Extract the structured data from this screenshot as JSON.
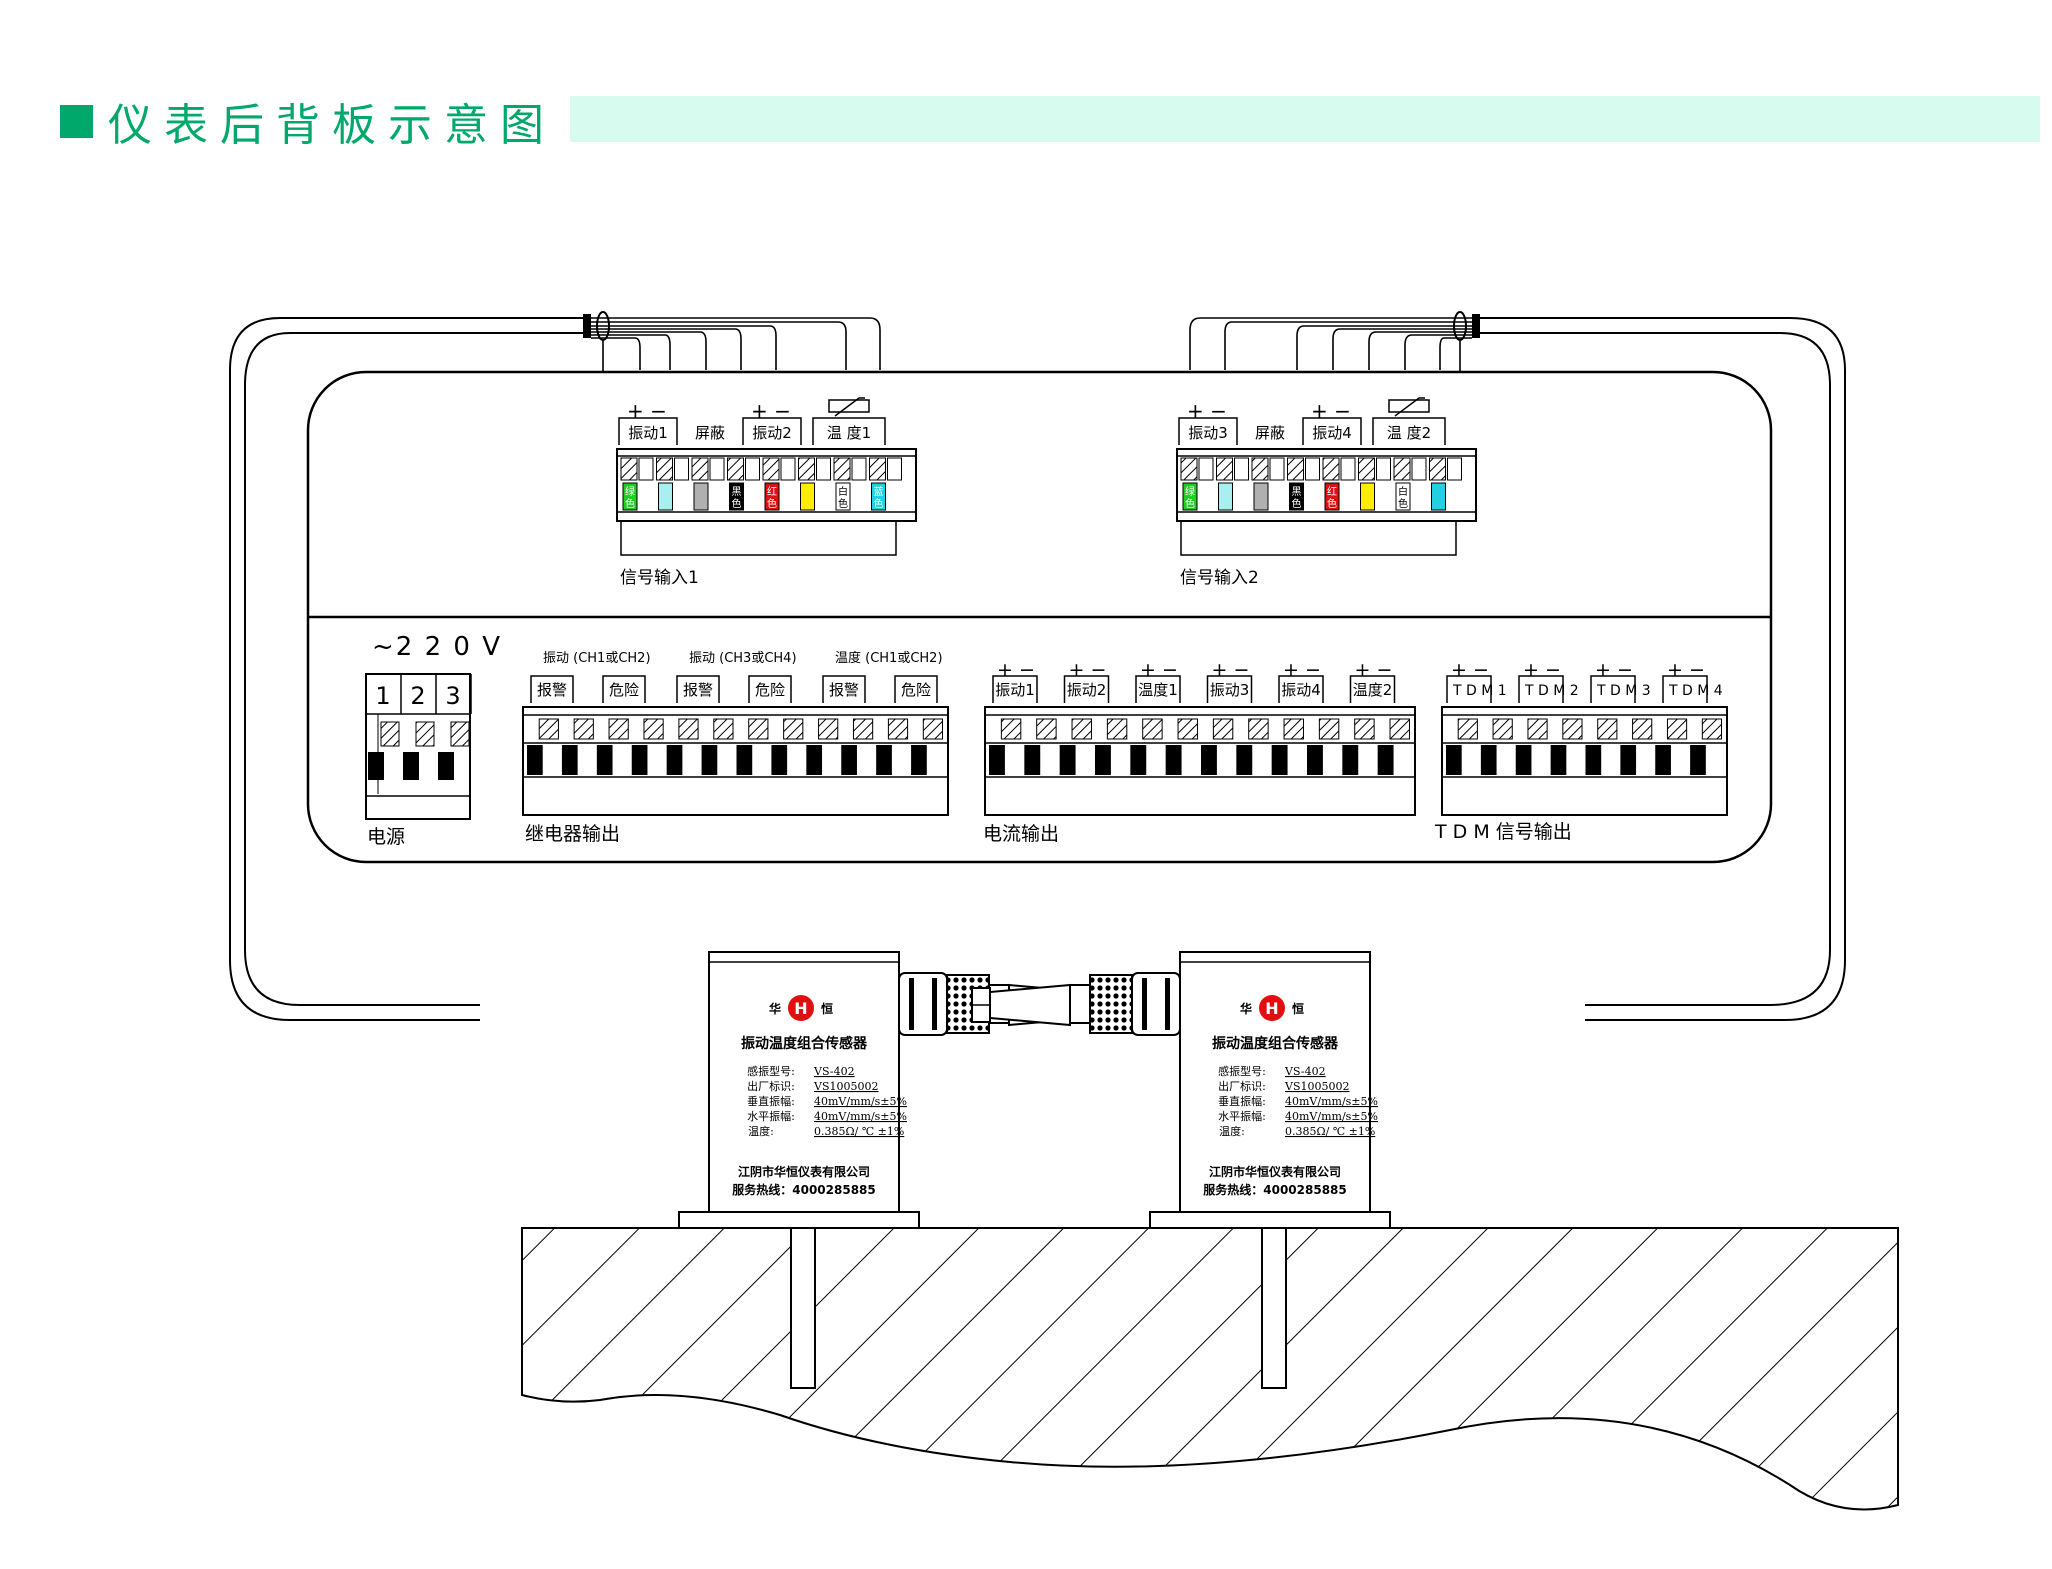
{
  "header": {
    "title": "仪表后背板示意图",
    "accent_color": "#00a86b",
    "band_color": "#d8fbf0"
  },
  "signal_input_1": {
    "groups": [
      {
        "polarity": "+ −",
        "label": "振动1"
      },
      {
        "polarity": "",
        "label": "屏蔽"
      },
      {
        "polarity": "+ −",
        "label": "振动2"
      },
      {
        "polarity": "",
        "label": "温 度1"
      }
    ],
    "wire_colors": [
      {
        "label": "绿色",
        "color": "#22cc22"
      },
      {
        "label": "",
        "color": "#a8f0f0"
      },
      {
        "label": "",
        "color": "#b0b0b0"
      },
      {
        "label": "黑色",
        "color": "#000000"
      },
      {
        "label": "红色",
        "color": "#e01010"
      },
      {
        "label": "",
        "color": "#ffee00"
      },
      {
        "label": "白色",
        "color": "#ffffff"
      },
      {
        "label": "蓝色",
        "color": "#22d0e0"
      }
    ],
    "caption": "信号输入1"
  },
  "signal_input_2": {
    "groups": [
      {
        "polarity": "+ −",
        "label": "振动3"
      },
      {
        "polarity": "",
        "label": "屏蔽"
      },
      {
        "polarity": "+ −",
        "label": "振动4"
      },
      {
        "polarity": "",
        "label": "温 度2"
      }
    ],
    "wire_colors": [
      {
        "label": "绿色",
        "color": "#22cc22"
      },
      {
        "label": "",
        "color": "#a8f0f0"
      },
      {
        "label": "",
        "color": "#b0b0b0"
      },
      {
        "label": "黑色",
        "color": "#000000"
      },
      {
        "label": "红色",
        "color": "#e01010"
      },
      {
        "label": "",
        "color": "#ffee00"
      },
      {
        "label": "白色",
        "color": "#ffffff"
      },
      {
        "label": "",
        "color": "#22d0e0"
      }
    ],
    "caption": "信号输入2"
  },
  "power": {
    "voltage": "~2 2 0 V",
    "terminals": [
      "1",
      "2",
      "3"
    ],
    "caption": "电源"
  },
  "relay_output": {
    "channels": [
      {
        "header": "振动 (CH1或CH2)",
        "labels": [
          "报警",
          "危险"
        ]
      },
      {
        "header": "振动 (CH3或CH4)",
        "labels": [
          "报警",
          "危险"
        ]
      },
      {
        "header": "温度 (CH1或CH2)",
        "labels": [
          "报警",
          "危险"
        ]
      }
    ],
    "caption": "继电器输出"
  },
  "current_output": {
    "polarity": "+ −",
    "labels": [
      "振动1",
      "振动2",
      "温度1",
      "振动3",
      "振动4",
      "温度2"
    ],
    "caption": "电流输出"
  },
  "tdm_output": {
    "polarity": "+ −",
    "labels": [
      "T D M 1",
      "T D M 2",
      "T D M 3",
      "T D M 4"
    ],
    "caption": "T D M 信号输出"
  },
  "sensor": {
    "brand": "华 恒",
    "name": "振动温度组合传感器",
    "specs": [
      {
        "label": "感振型号:",
        "value": "VS-402"
      },
      {
        "label": "出厂标识:",
        "value": "VS1005002"
      },
      {
        "label": "垂直振幅:",
        "value": "40mV/mm/s±5%"
      },
      {
        "label": "水平振幅:",
        "value": "40mV/mm/s±5%"
      },
      {
        "label": "温度:",
        "value": "0.385Ω/ ℃ ±1%"
      }
    ],
    "company": "江阴市华恒仪表有限公司",
    "hotline": "服务热线：4000285885"
  }
}
